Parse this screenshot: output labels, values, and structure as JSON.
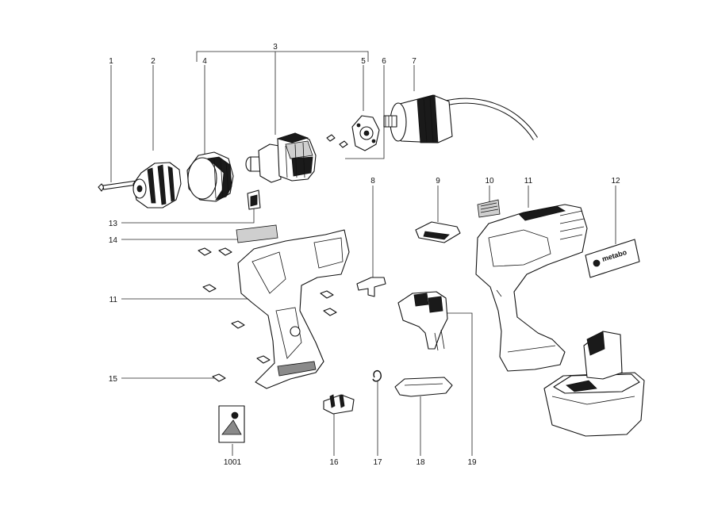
{
  "labels": {
    "l1": "1",
    "l2": "2",
    "l3": "3",
    "l4": "4",
    "l5": "5",
    "l6": "6",
    "l7": "7",
    "l8": "8",
    "l9": "9",
    "l10": "10",
    "l11a": "11",
    "l11b": "11",
    "l12": "12",
    "l13": "13",
    "l14": "14",
    "l15": "15",
    "l16": "16",
    "l17": "17",
    "l18": "18",
    "l19": "19",
    "l1001": "1001"
  },
  "plate_text": "metabo"
}
